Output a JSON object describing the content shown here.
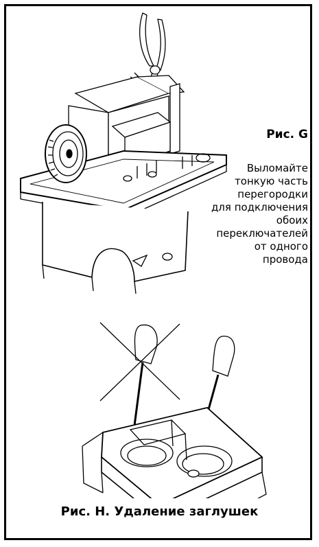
{
  "figure_g": {
    "label": "Рис. G",
    "caption_lines": [
      "Выломайте",
      "тонкую часть",
      "перегородки",
      "для подключения",
      "обоих",
      "переключателей",
      "от одного",
      "провода"
    ]
  },
  "figure_h": {
    "caption": "Рис. H.  Удаление заглушек"
  }
}
